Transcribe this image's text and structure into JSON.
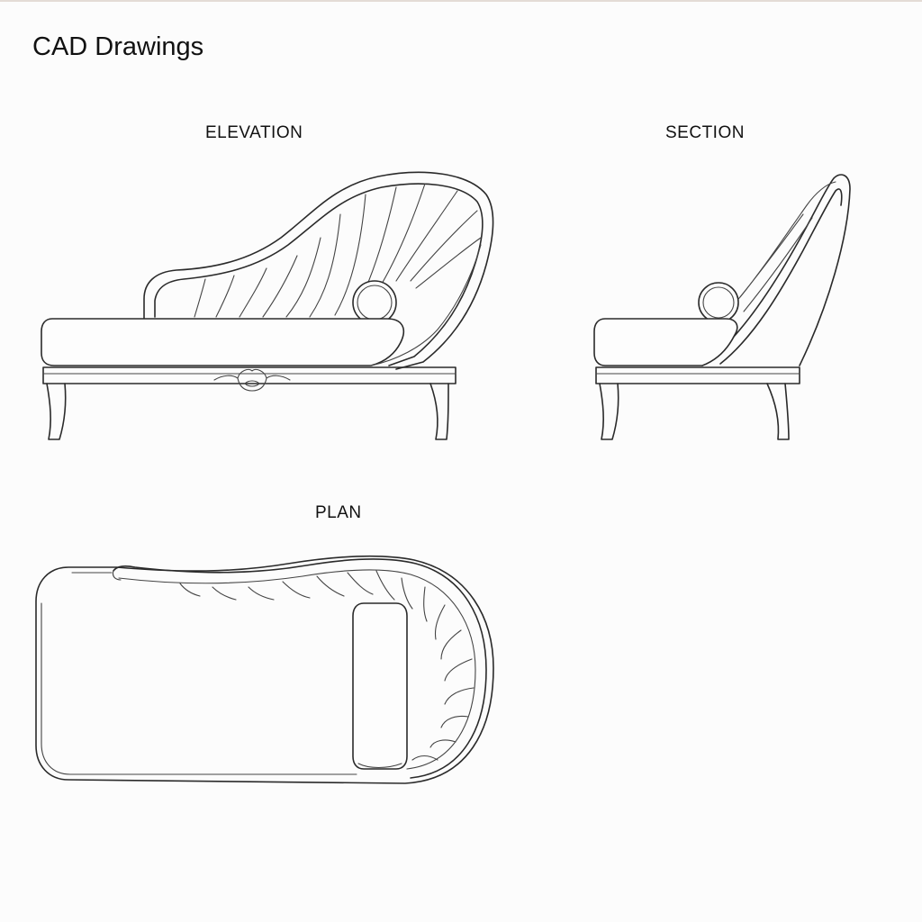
{
  "page": {
    "title": "CAD Drawings"
  },
  "views": {
    "elevation_label": "ELEVATION",
    "section_label": "SECTION",
    "plan_label": "PLAN"
  },
  "colors": {
    "line": "#2a2a2a",
    "background": "#fcfcfc"
  }
}
